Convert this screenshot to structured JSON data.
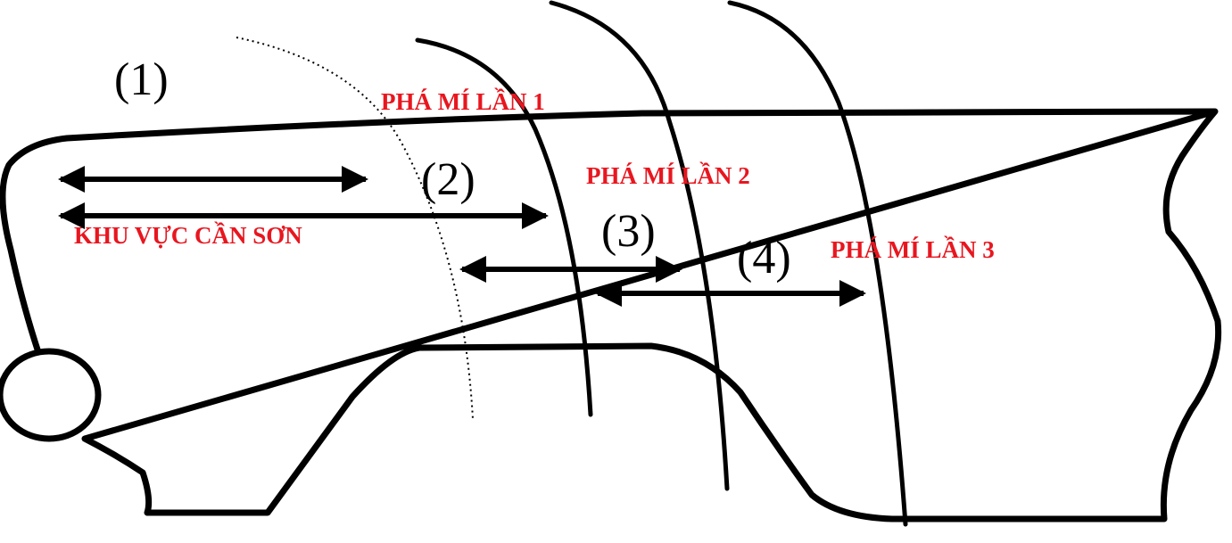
{
  "labels": {
    "area_to_paint": "KHU VỰC CẦN SƠN",
    "feather_1": "PHÁ MÍ LẦN 1",
    "feather_2": "PHÁ MÍ LẦN 2",
    "feather_3": "PHÁ MÍ LẦN 3"
  },
  "zones": [
    "(1)",
    "(2)",
    "(3)",
    "(4)"
  ],
  "colors": {
    "label": "#e8161f",
    "line": "#000000",
    "background": "#ffffff"
  }
}
